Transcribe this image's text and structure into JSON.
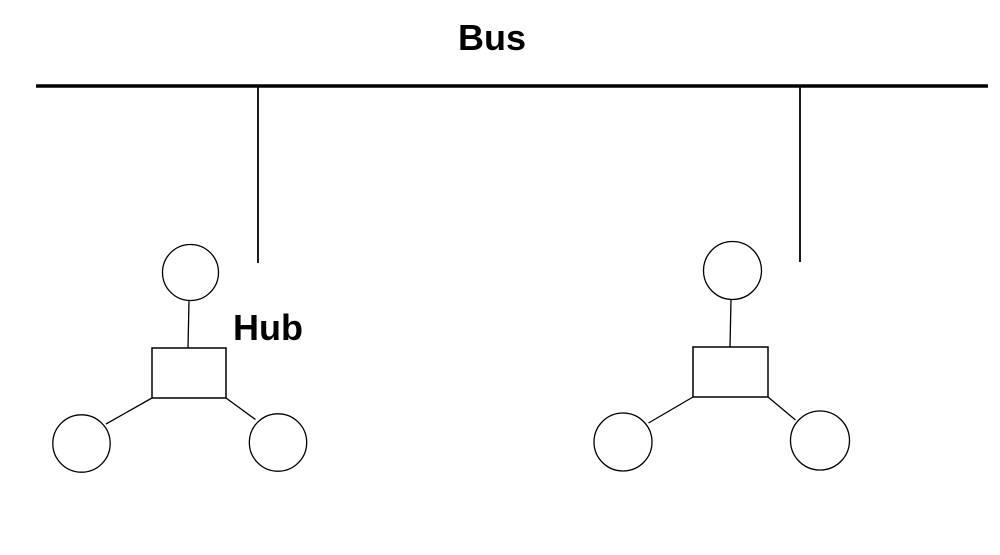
{
  "diagram": {
    "type": "bus-network-with-star-hub-segments",
    "colors": {
      "background": "#ffffff",
      "line": "#000000",
      "text": "#000000"
    },
    "bus": {
      "label": "Bus"
    },
    "left_segment": {
      "hub_label": "Hub",
      "node_count": 3
    },
    "right_segment": {
      "node_count": 3
    }
  }
}
